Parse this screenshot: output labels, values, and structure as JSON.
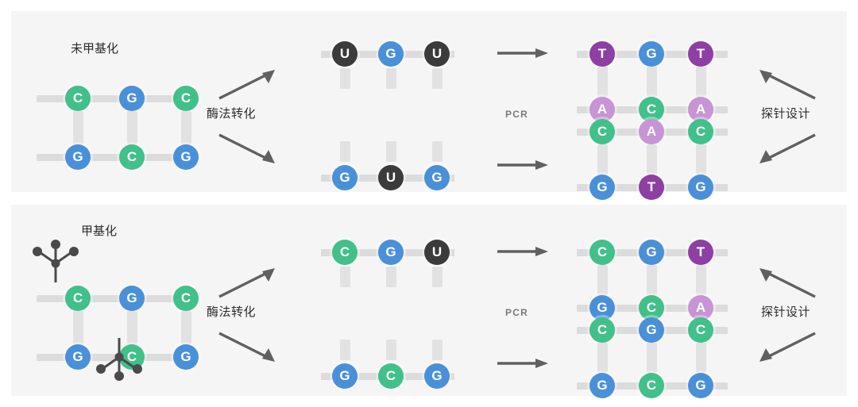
{
  "figure": {
    "background": "#ffffff",
    "panel_background": "#f5f5f5"
  },
  "colors": {
    "C": "#41c08a",
    "G": "#4a90d9",
    "U": "#3b3b3b",
    "T": "#8e3fa3",
    "A": "#c794d6",
    "backbone": "#dcdcdc",
    "rung": "#e2e2e2",
    "arrow": "#606060",
    "methyl": "#4a4a4a",
    "text": "#2d2d2d",
    "pcr_text": "#7a7a7a"
  },
  "panels": [
    {
      "id": "unmethylated",
      "title": "未甲基化",
      "step1_label": "酶法转化",
      "pcr_label": "PCR",
      "step3_label": "探针设计",
      "methyl_marks": [],
      "input_duplex": {
        "top_strand": [
          "C",
          "G",
          "C"
        ],
        "bottom_strand": [
          "G",
          "C",
          "G"
        ]
      },
      "converted_top_strand": [
        "U",
        "G",
        "U"
      ],
      "converted_bottom_strand": [
        "G",
        "U",
        "G"
      ],
      "pcr_duplex_top": {
        "top_strand": [
          "T",
          "G",
          "T"
        ],
        "bottom_strand": [
          "A",
          "C",
          "A"
        ]
      },
      "pcr_duplex_bottom": {
        "top_strand": [
          "C",
          "A",
          "C"
        ],
        "bottom_strand": [
          "G",
          "T",
          "G"
        ]
      }
    },
    {
      "id": "methylated",
      "title": "甲基化",
      "step1_label": "酶法转化",
      "pcr_label": "PCR",
      "step3_label": "探针设计",
      "methyl_marks": [
        "top-strand-position-1",
        "bottom-strand-position-2"
      ],
      "input_duplex": {
        "top_strand": [
          "C",
          "G",
          "C"
        ],
        "bottom_strand": [
          "G",
          "C",
          "G"
        ]
      },
      "converted_top_strand": [
        "C",
        "G",
        "U"
      ],
      "converted_bottom_strand": [
        "G",
        "C",
        "G"
      ],
      "pcr_duplex_top": {
        "top_strand": [
          "C",
          "G",
          "T"
        ],
        "bottom_strand": [
          "G",
          "C",
          "A"
        ]
      },
      "pcr_duplex_bottom": {
        "top_strand": [
          "C",
          "G",
          "C"
        ],
        "bottom_strand": [
          "G",
          "C",
          "G"
        ]
      }
    }
  ]
}
